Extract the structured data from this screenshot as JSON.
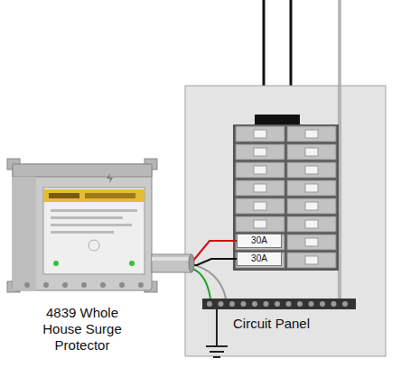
{
  "diagram": {
    "nodes": [
      {
        "text": [
          "Circuit Panel"
        ]
      },
      {
        "text": [
          "30A"
        ],
        "in": 0
      },
      {
        "text": [
          "30A"
        ],
        "in": 0
      },
      {
        "text": [
          "4839 Whole House Surge Protector"
        ]
      }
    ],
    "edges": [
      {
        "from": 3,
        "to": 1,
        "arrow": "none"
      },
      {
        "from": 3,
        "to": 2,
        "arrow": "none"
      }
    ]
  }
}
